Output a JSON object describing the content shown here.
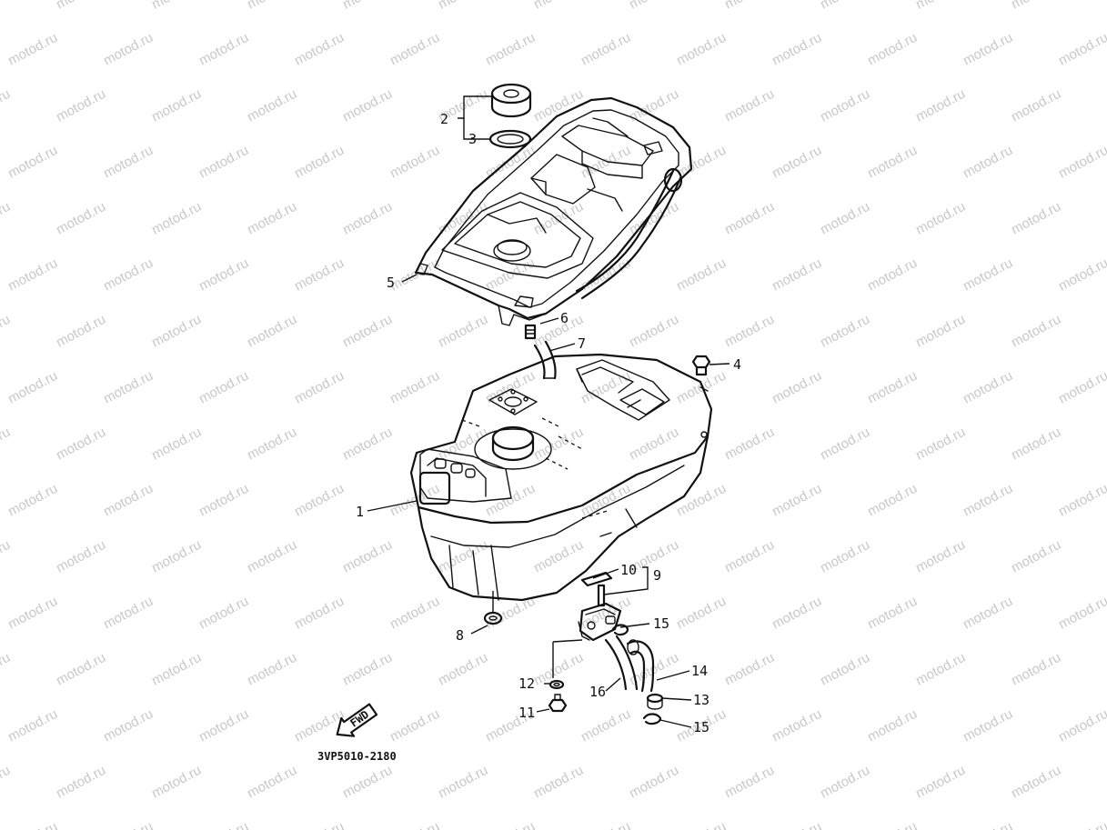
{
  "watermark": {
    "text": "motod.ru",
    "color": "#c8c8c8"
  },
  "diagram_code": "3VP5010-2180",
  "fwd_label": "FWD",
  "callouts": [
    {
      "id": "1",
      "label": "1"
    },
    {
      "id": "2",
      "label": "2"
    },
    {
      "id": "3",
      "label": "3"
    },
    {
      "id": "4",
      "label": "4"
    },
    {
      "id": "5",
      "label": "5"
    },
    {
      "id": "6",
      "label": "6"
    },
    {
      "id": "7",
      "label": "7"
    },
    {
      "id": "8",
      "label": "8"
    },
    {
      "id": "9",
      "label": "9"
    },
    {
      "id": "10",
      "label": "10"
    },
    {
      "id": "11",
      "label": "11"
    },
    {
      "id": "12",
      "label": "12"
    },
    {
      "id": "13",
      "label": "13"
    },
    {
      "id": "14",
      "label": "14"
    },
    {
      "id": "15a",
      "label": "15"
    },
    {
      "id": "15b",
      "label": "15"
    },
    {
      "id": "16",
      "label": "16"
    }
  ]
}
